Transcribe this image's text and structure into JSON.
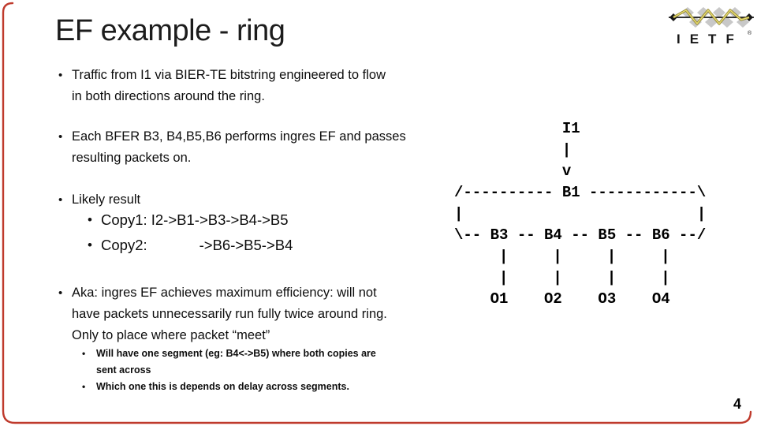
{
  "slide": {
    "title": "EF example - ring",
    "page_number": "4",
    "bullets": {
      "traffic": {
        "lines": "Traffic from I1 via BIER-TE bitstring engineered to flow\nin both directions around the ring."
      },
      "bfer": {
        "lines": "Each BFER B3, B4,B5,B6 performs ingres EF and passes\nresulting packets on."
      },
      "likely": {
        "lines": "Likely result"
      },
      "copy1": {
        "lines": "Copy1: I2->B1->B3->B4->B5"
      },
      "copy2": {
        "label": "Copy2:",
        "path": "->B6->B5->B4"
      },
      "aka": {
        "lines": "Aka: ingres EF achieves maximum efficiency: will not\nhave packets unnecessarily run fully twice around ring.\nOnly to place where packet “meet”"
      },
      "segment": {
        "lines": "Will have one segment (eg: B4<->B5) where both copies are\nsent across"
      },
      "delay": {
        "lines": "Which one this is depends on delay across segments."
      },
      "marker": "•"
    },
    "diagram": {
      "lines": [
        "            I1",
        "            |",
        "            v",
        "/---------- B1 ------------\\",
        "|                          |",
        "\\-- B3 -- B4 -- B5 -- B6 --/",
        "     |     |     |     |",
        "     |     |     |     |",
        "    O1    O2    O3    O4"
      ]
    },
    "logo": {
      "text": "IETF",
      "registered": "®"
    },
    "colors": {
      "accent_red": "#bf3a2c",
      "diamond_gray": "#c8c8c8",
      "zigzag_dark": "#8d8030",
      "zigzag_light": "#e8dd70",
      "logo_black": "#161616"
    }
  }
}
